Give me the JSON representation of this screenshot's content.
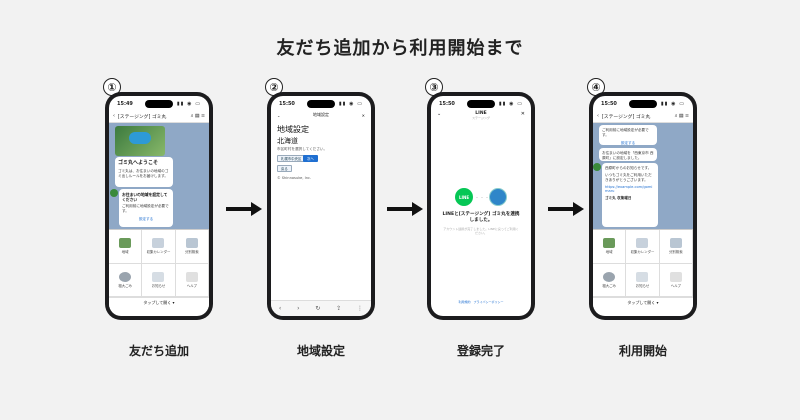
{
  "title": "友だち追加から利用開始まで",
  "steps": [
    {
      "num": "①",
      "label": "友だち追加"
    },
    {
      "num": "②",
      "label": "地域設定"
    },
    {
      "num": "③",
      "label": "登録完了"
    },
    {
      "num": "④",
      "label": "利用開始"
    }
  ],
  "status_time_1": "15:49",
  "status_time": "15:50",
  "status_icons": "▮▮ ◉ ▭",
  "chat": {
    "back": "‹",
    "name": "[ステージング] ゴミ丸",
    "header_icons": "⌕ ▤ ≡",
    "welcome_title": "ゴミ丸へようこそ",
    "welcome_body": "ゴミ丸は、お住まいの地域のゴミ出しルールをお届けします。",
    "area_title": "お住まいの地域を設定してください",
    "area_body": "ご利用前に地域設定が必要です。",
    "area_link": "設定する",
    "tap_open": "タップして開く ▾",
    "menu_items": [
      "地域",
      "収集カレンダー",
      "分別検索",
      "粗大ごみ",
      "お知らせ",
      "ヘルプ"
    ]
  },
  "region": {
    "header": "地域設定",
    "h1": "地域設定",
    "h2": "北海道",
    "prompt": "市区町村を選択してください。",
    "chips": [
      "札幌市中央区",
      "次へ",
      "戻る"
    ],
    "copyright": "© Shinnosuke, Inc."
  },
  "done": {
    "title": "LINE",
    "sub": "ステージング",
    "line_logo": "LINE",
    "dots": "・・・",
    "message": "LINEと[ステージング] ゴミ丸を連携しました。",
    "note": "アカウント連携が完了しました。LINEに戻ってご利用ください。",
    "foot": "利用規約　プライバシーポリシー"
  },
  "using": {
    "bubble1": "お住まいの地域を「西東京市 西原町」に設定しました。",
    "bubble2": "西原町からのお知らせです。",
    "bubble3": "いつもゴミ丸をご利用いただきありがとうございます。",
    "link_text": "https://example.com/gomimaru",
    "collect_title": "ゴミ丸 収集曜日"
  },
  "colors": {
    "line_green": "#06c755",
    "chat_bg": "#8fa8c6",
    "link": "#1f6fd1"
  }
}
